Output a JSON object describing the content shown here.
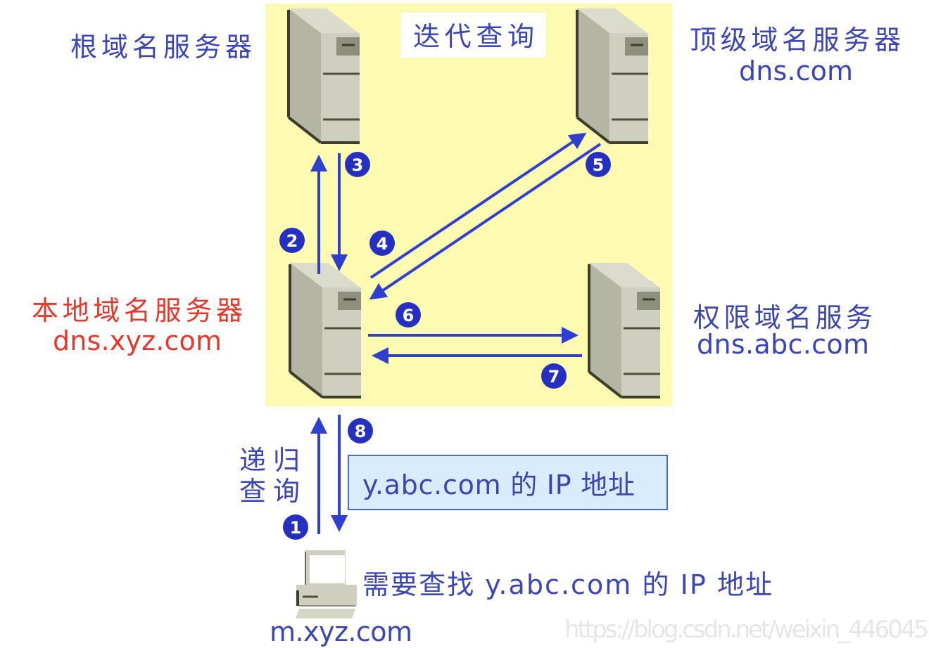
{
  "title": "迭代查询",
  "colors": {
    "arrow": "#2f3fcf",
    "label": "#3b45b5",
    "local_label": "#e2392c",
    "iterative_area": "#fdfbb2",
    "answer_box": "#d8ecfd"
  },
  "servers": {
    "root": {
      "name": "根域名服务器"
    },
    "tld": {
      "name": "顶级域名服务器",
      "domain": "dns.com"
    },
    "local": {
      "name": "本地域名服务器",
      "domain": "dns.xyz.com"
    },
    "authoritative": {
      "name": "权限域名服务",
      "domain": "dns.abc.com"
    }
  },
  "client": {
    "domain": "m.xyz.com",
    "task": "需要查找 y.abc.com 的 IP 地址"
  },
  "recursive_label": [
    "递归",
    "查询"
  ],
  "answer_box": "y.abc.com 的 IP 地址",
  "steps": [
    "1",
    "2",
    "3",
    "4",
    "5",
    "6",
    "7",
    "8"
  ],
  "watermark": "https://blog.csdn.net/weixin_446045"
}
